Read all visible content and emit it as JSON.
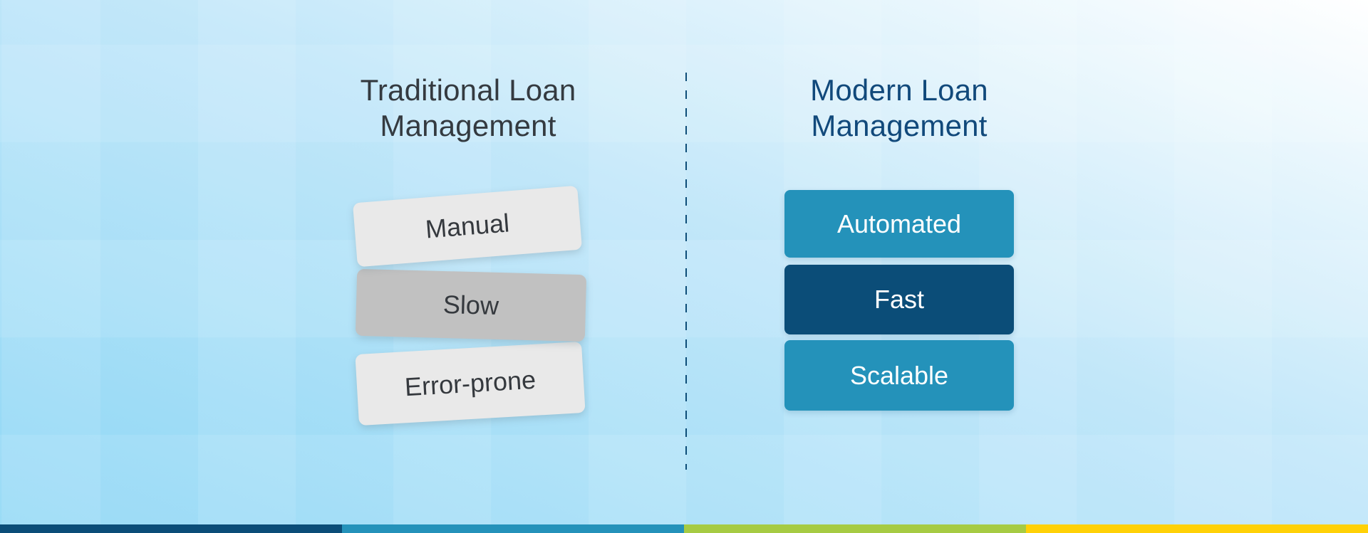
{
  "left_panel": {
    "title_line1": "Traditional Loan",
    "title_line2": "Management",
    "items": [
      {
        "label": "Manual"
      },
      {
        "label": "Slow"
      },
      {
        "label": "Error-prone"
      }
    ]
  },
  "right_panel": {
    "title_line1": "Modern Loan",
    "title_line2": "Management",
    "items": [
      {
        "label": "Automated"
      },
      {
        "label": "Fast"
      },
      {
        "label": "Scalable"
      }
    ]
  },
  "colors": {
    "teal": "#2492BA",
    "navy": "#0B4D78",
    "green": "#A6CB43",
    "yellow": "#FFD107",
    "light_gray": "#E9E9E9",
    "mid_gray": "#C1C1C1",
    "title_dark": "#343A40",
    "title_navy": "#11497B",
    "box_text_dark": "#35393E",
    "divider": "#0D4D78",
    "bg_from": "#8ED7F5",
    "bg_to": "#FFFFFF"
  },
  "footer_bar": {
    "segments": [
      {
        "name": "navy",
        "color": "#0B4D78"
      },
      {
        "name": "teal",
        "color": "#2492BA"
      },
      {
        "name": "green",
        "color": "#A6CB43"
      },
      {
        "name": "yellow",
        "color": "#FFD107"
      }
    ]
  }
}
